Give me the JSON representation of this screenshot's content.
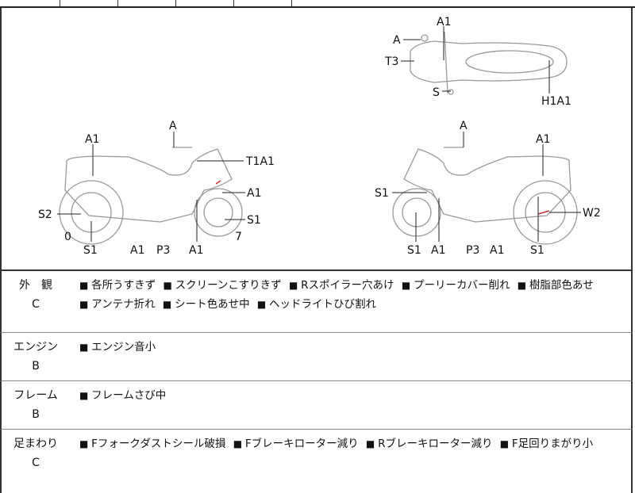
{
  "diagram": {
    "top_view": {
      "labels": [
        "A1",
        "A",
        "T3",
        "S",
        "H1A1"
      ]
    },
    "left_view": {
      "labels": [
        "A",
        "A1",
        "T1A1",
        "A1",
        "S2",
        "S1",
        "0",
        "S1",
        "A1",
        "P3",
        "A1",
        "7"
      ]
    },
    "right_view": {
      "labels": [
        "A",
        "A1",
        "S1",
        "W2",
        "S1",
        "A1",
        "P3",
        "A1",
        "S1"
      ]
    },
    "damage_color": "#d03030"
  },
  "sections": [
    {
      "name": "外　観",
      "grade": "C",
      "items": [
        "各所うすきず",
        "スクリーンこすりきず",
        "Rスポイラー穴あけ",
        "プーリーカバー削れ",
        "樹脂部色あせ",
        "アンテナ折れ",
        "シート色あせ中",
        "ヘッドライトひび割れ"
      ]
    },
    {
      "name": "エンジン",
      "grade": "B",
      "items": [
        "エンジン音小"
      ]
    },
    {
      "name": "フレーム",
      "grade": "B",
      "items": [
        "フレームさび中"
      ]
    },
    {
      "name": "足まわり",
      "grade": "C",
      "items": [
        "Fフォークダストシール破損",
        "Fブレーキローター減り",
        "Rブレーキローター減り",
        "F足回りまがり小"
      ]
    }
  ]
}
